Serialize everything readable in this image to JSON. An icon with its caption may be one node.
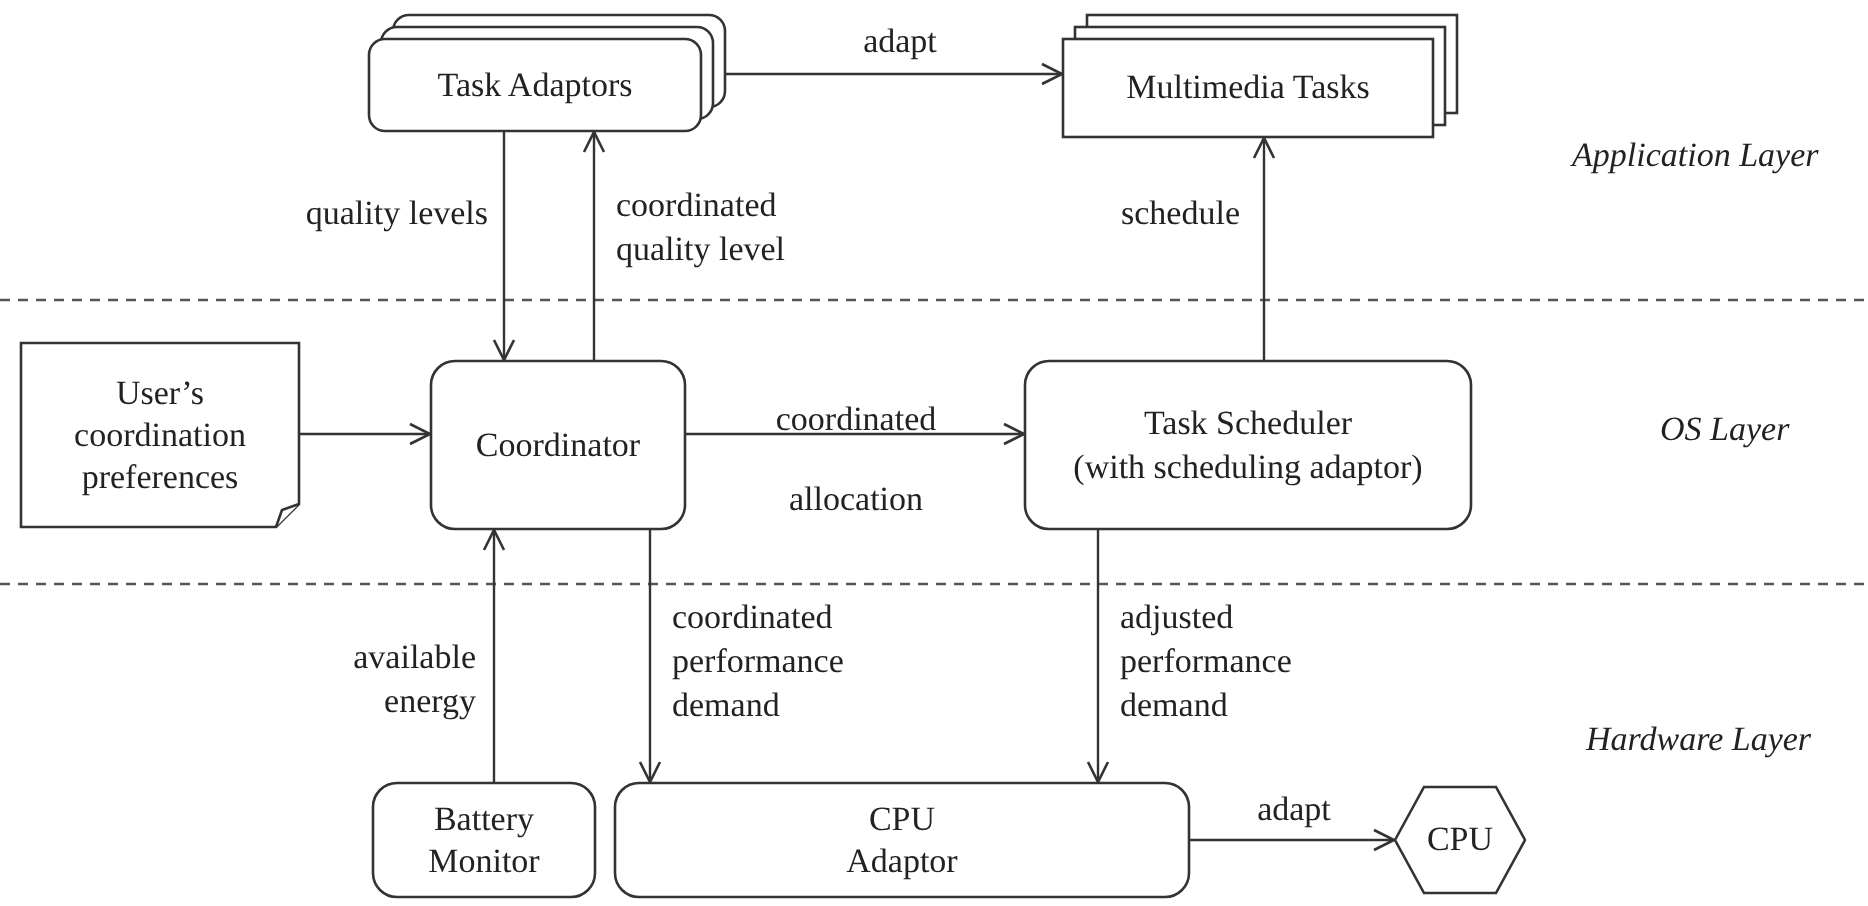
{
  "diagram": {
    "nodes": [
      {
        "text": [
          "Task Adaptors"
        ]
      },
      {
        "text": [
          "Multimedia Tasks"
        ]
      },
      {
        "text": [
          "User’s coordination preferences"
        ]
      },
      {
        "text": [
          "Coordinator"
        ]
      },
      {
        "text": [
          "Task Scheduler",
          "(with scheduling adaptor)"
        ]
      },
      {
        "text": [
          "Battery Monitor"
        ]
      },
      {
        "text": [
          "CPU Adaptor"
        ]
      },
      {
        "text": [
          "CPU"
        ]
      }
    ],
    "edges": [
      {
        "from": 0,
        "to": 1,
        "arrow": "to",
        "label": "adapt"
      },
      {
        "from": 0,
        "to": 3,
        "arrow": "to",
        "label": "quality levels"
      },
      {
        "from": 3,
        "to": 0,
        "arrow": "to",
        "label": "coordinated quality level"
      },
      {
        "from": 4,
        "to": 1,
        "arrow": "to",
        "label": "schedule"
      },
      {
        "from": 2,
        "to": 3,
        "arrow": "to"
      },
      {
        "from": 3,
        "to": 4,
        "arrow": "to",
        "label": "coordinated allocation"
      },
      {
        "from": 5,
        "to": 3,
        "arrow": "to",
        "label": "available energy"
      },
      {
        "from": 3,
        "to": 6,
        "arrow": "to",
        "label": "coordinated performance demand"
      },
      {
        "from": 4,
        "to": 6,
        "arrow": "to",
        "label": "adjusted performance demand"
      },
      {
        "from": 6,
        "to": 7,
        "arrow": "to",
        "label": "adapt"
      }
    ],
    "labels": [
      "Application Layer",
      "OS Layer",
      "Hardware Layer"
    ]
  }
}
